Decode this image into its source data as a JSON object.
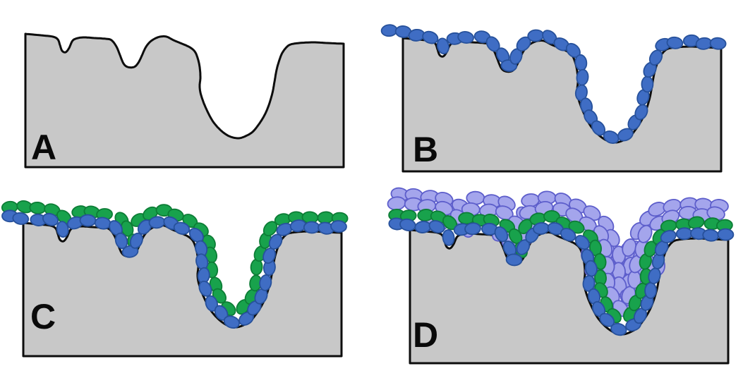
{
  "figure": {
    "description": "Four-panel schematic of sequential particle deposition conformally coating and filling trenches in a rough substrate",
    "background": "#ffffff",
    "substrate": {
      "name": "substrate",
      "fill": "#c8c8c8",
      "edge": "#0d0d0d"
    },
    "particle_types": {
      "blue": {
        "name": "first-layer-particle",
        "fill": "#3f6dc4",
        "edge": "#27519b"
      },
      "green": {
        "name": "second-layer-particle",
        "fill": "#18a24c",
        "edge": "#0d7d36"
      },
      "lavender": {
        "name": "third-layer-particle",
        "fill": "#a4a5ec",
        "edge": "#5d5ecb"
      }
    },
    "panels": [
      {
        "label": "A",
        "layers": []
      },
      {
        "label": "B",
        "layers": [
          "blue"
        ]
      },
      {
        "label": "C",
        "layers": [
          "blue",
          "green"
        ]
      },
      {
        "label": "D",
        "layers": [
          "blue",
          "green",
          "lavender"
        ]
      }
    ]
  }
}
